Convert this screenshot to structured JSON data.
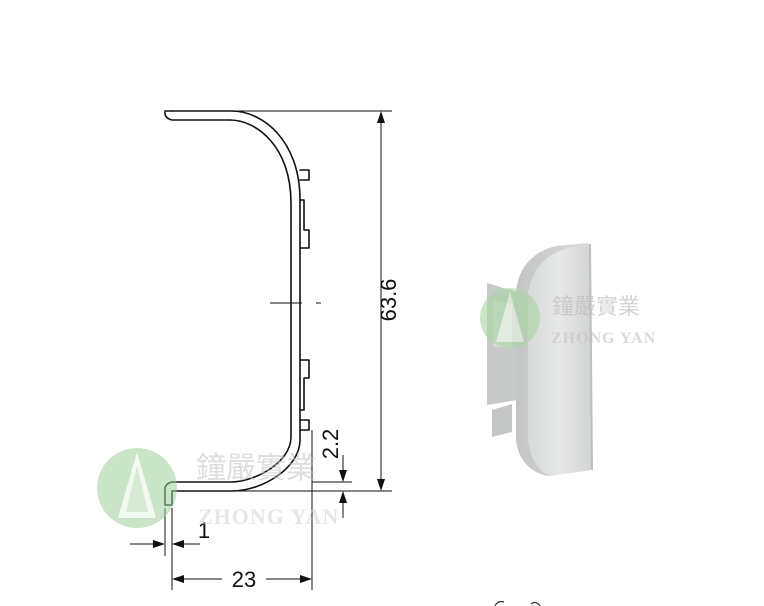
{
  "dimensions": {
    "height": "63.6",
    "width": "23",
    "lip": "2.2",
    "thickness": "1"
  },
  "watermark": {
    "chinese": "鐘嚴實業",
    "english": "ZHONG YAN"
  },
  "colors": {
    "line": "#111111",
    "watermark_green": "#9fcf9a",
    "watermark_text": "#c9c9c9",
    "endcap_light": "#e2e3e3",
    "endcap_mid": "#cfd1d1",
    "endcap_dark": "#b4b6b6"
  }
}
